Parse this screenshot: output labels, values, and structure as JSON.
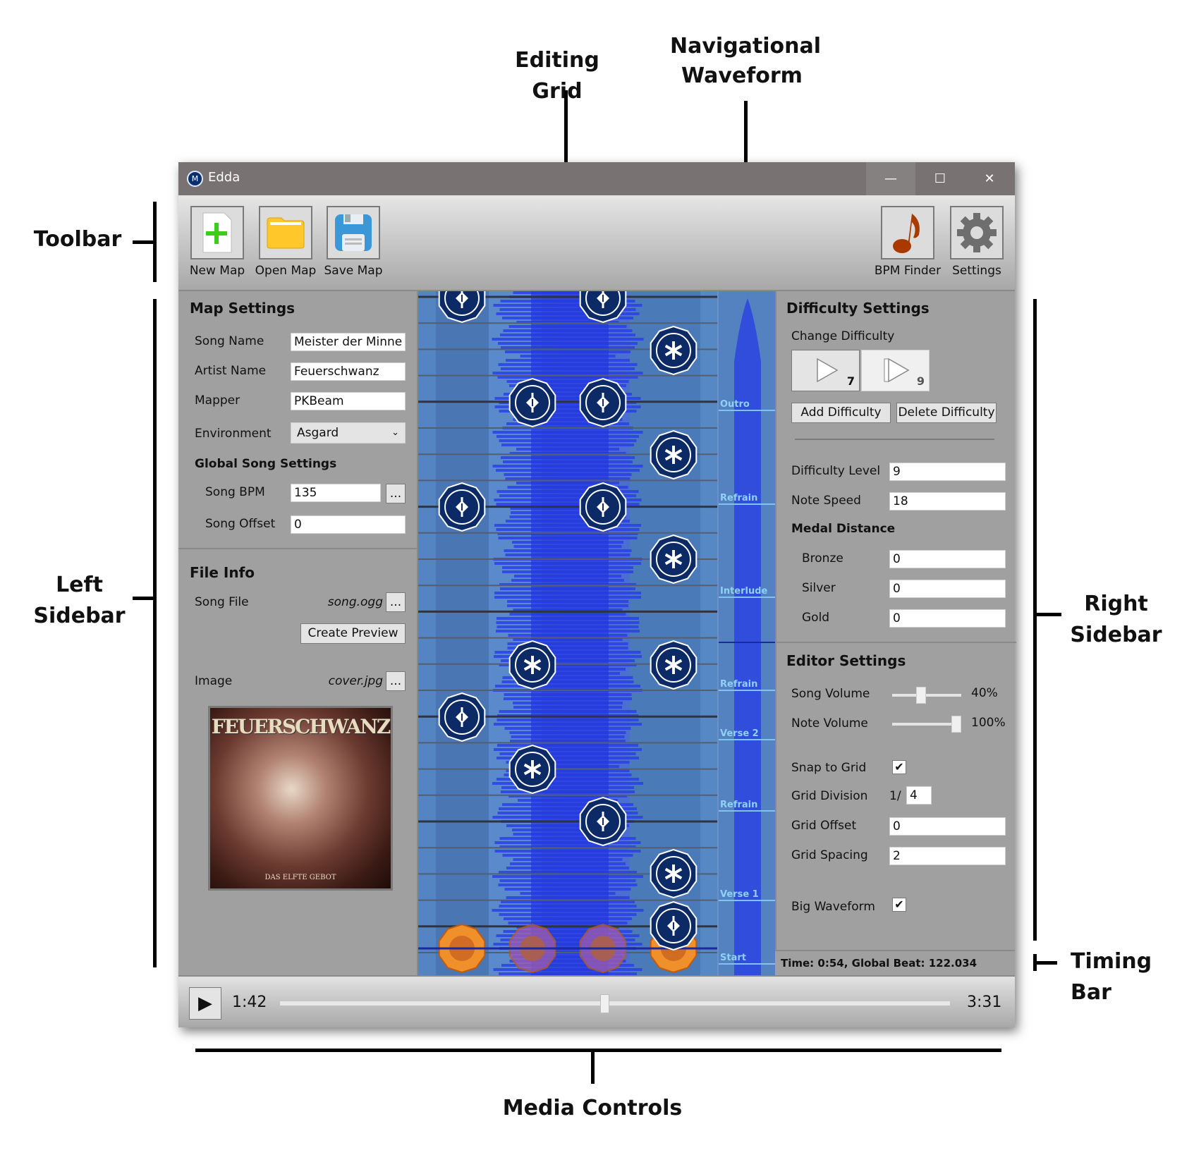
{
  "annotations": {
    "editing_grid": "Editing Grid",
    "nav_waveform_1": "Navigational",
    "nav_waveform_2": "Waveform",
    "toolbar": "Toolbar",
    "left_sidebar_1": "Left",
    "left_sidebar_2": "Sidebar",
    "right_sidebar_1": "Right",
    "right_sidebar_2": "Sidebar",
    "timing_bar": "Timing Bar",
    "media_controls": "Media Controls"
  },
  "window": {
    "title": "Edda",
    "app_icon_glyph": "M",
    "minimize_glyph": "—",
    "maximize_glyph": "☐",
    "close_glyph": "✕"
  },
  "toolbar": {
    "new_map": "New Map",
    "open_map": "Open Map",
    "save_map": "Save Map",
    "bpm_finder": "BPM Finder",
    "settings": "Settings"
  },
  "left_sidebar": {
    "map_settings_title": "Map Settings",
    "song_name_label": "Song Name",
    "song_name_value": "Meister der Minne",
    "artist_name_label": "Artist Name",
    "artist_name_value": "Feuerschwanz",
    "mapper_label": "Mapper",
    "mapper_value": "PKBeam",
    "environment_label": "Environment",
    "environment_value": "Asgard",
    "global_song_settings_title": "Global Song Settings",
    "song_bpm_label": "Song BPM",
    "song_bpm_value": "135",
    "song_offset_label": "Song Offset",
    "song_offset_value": "0",
    "browse_label": "...",
    "file_info_title": "File Info",
    "song_file_label": "Song File",
    "song_file_value": "song.ogg",
    "create_preview": "Create Preview",
    "image_label": "Image",
    "image_value": "cover.jpg",
    "cover_art_title": "FEUERSCHWANZ",
    "cover_art_subtitle": "DAS ELFTE GEBOT"
  },
  "nav_waveform": {
    "sections": [
      "Outro",
      "Refrain",
      "Interlude",
      "Refrain",
      "Verse 2",
      "Refrain",
      "Verse 1",
      "Start"
    ]
  },
  "right_sidebar": {
    "difficulty_settings_title": "Difficulty Settings",
    "change_difficulty_label": "Change Difficulty",
    "difficulties": [
      {
        "level": "7",
        "selected": true
      },
      {
        "level": "9",
        "selected": false
      }
    ],
    "add_difficulty": "Add Difficulty",
    "delete_difficulty": "Delete Difficulty",
    "difficulty_level_label": "Difficulty Level",
    "difficulty_level_value": "9",
    "note_speed_label": "Note Speed",
    "note_speed_value": "18",
    "medal_distance_title": "Medal Distance",
    "bronze_label": "Bronze",
    "bronze_value": "0",
    "silver_label": "Silver",
    "silver_value": "0",
    "gold_label": "Gold",
    "gold_value": "0",
    "editor_settings_title": "Editor Settings",
    "song_volume_label": "Song Volume",
    "song_volume_value": "40%",
    "song_volume_fraction": 0.4,
    "note_volume_label": "Note Volume",
    "note_volume_value": "100%",
    "note_volume_fraction": 1.0,
    "snap_to_grid_label": "Snap to Grid",
    "snap_to_grid_checked": true,
    "grid_division_label": "Grid Division",
    "grid_division_prefix": "1/",
    "grid_division_value": "4",
    "grid_offset_label": "Grid Offset",
    "grid_offset_value": "0",
    "grid_spacing_label": "Grid Spacing",
    "grid_spacing_value": "2",
    "big_waveform_label": "Big Waveform",
    "big_waveform_checked": true,
    "check_glyph": "✔"
  },
  "timing_bar": {
    "text": "Time: 0:54, Global Beat: 122.034"
  },
  "media": {
    "play_glyph": "▶",
    "current_time": "1:42",
    "total_time": "3:31",
    "progress_fraction": 0.485
  },
  "colors": {
    "titlebar": "#787372",
    "panel": "#a0a0a0",
    "note_fill": "#0b2a66",
    "grid_bg": "#4e7fbf",
    "waveform": "#2440e0",
    "section_marker": "#8fd0f5",
    "orange_note": "#f0902a"
  }
}
